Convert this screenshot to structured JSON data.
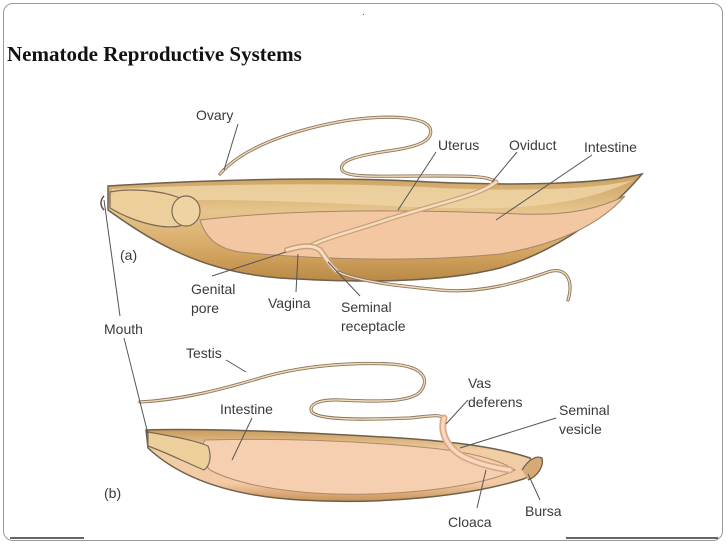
{
  "slide": {
    "marker": ".",
    "title": "Nematode Reproductive Systems"
  },
  "figure_a": {
    "panel_label": "(a)",
    "labels": {
      "ovary": "Ovary",
      "uterus": "Uterus",
      "oviduct": "Oviduct",
      "intestine": "Intestine",
      "genital_pore_1": "Genital",
      "genital_pore_2": "pore",
      "vagina": "Vagina",
      "seminal_receptacle_1": "Seminal",
      "seminal_receptacle_2": "receptacle"
    }
  },
  "shared": {
    "mouth": "Mouth"
  },
  "figure_b": {
    "panel_label": "(b)",
    "labels": {
      "testis": "Testis",
      "intestine": "Intestine",
      "vas_deferens_1": "Vas",
      "vas_deferens_2": "deferens",
      "seminal_vesicle_1": "Seminal",
      "seminal_vesicle_2": "vesicle",
      "cloaca": "Cloaca",
      "bursa": "Bursa"
    }
  },
  "colors": {
    "body_tan": "#d9b06a",
    "body_light": "#eccf9a",
    "organ_pink": "#f4c9a8",
    "outline": "#7a6a55"
  }
}
